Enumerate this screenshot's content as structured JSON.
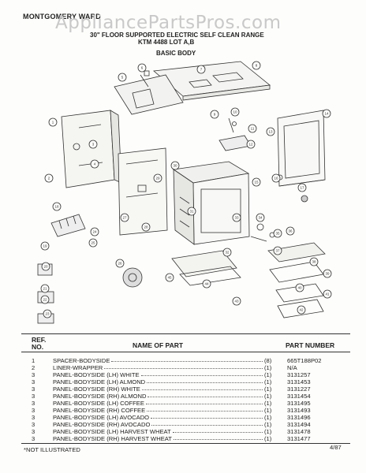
{
  "header": {
    "brand": "MONTGOMERY WARD",
    "watermark": "AppliancePartsPros.com",
    "title_line1": "30\" FLOOR SUPPORTED ELECTRIC SELF CLEAN RANGE",
    "title_line2": "KTM 4488 LOT A,B",
    "section": "BASIC BODY"
  },
  "diagram": {
    "callouts": [
      "1",
      "2",
      "3",
      "4",
      "5",
      "6",
      "7",
      "8",
      "9",
      "10",
      "11",
      "12",
      "13",
      "14",
      "15",
      "16",
      "17",
      "18",
      "19",
      "20",
      "21",
      "22",
      "23",
      "24",
      "25",
      "26",
      "27",
      "28",
      "29",
      "30",
      "31",
      "32",
      "33",
      "34",
      "35",
      "36",
      "37",
      "38",
      "39",
      "40",
      "41",
      "42",
      "43",
      "44",
      "45"
    ]
  },
  "table": {
    "headers": {
      "ref": "REF.",
      "no": "NO.",
      "name": "NAME OF PART",
      "part_number": "PART NUMBER"
    },
    "rows": [
      {
        "ref": "1",
        "name": "SPACER-BODYSIDE",
        "qty": "(8)",
        "pn": "665T188P02"
      },
      {
        "ref": "2",
        "name": "LINER-WRAPPER",
        "qty": "(1)",
        "pn": "N/A"
      },
      {
        "ref": "3",
        "name": "PANEL-BODYSIDE (LH) WHITE",
        "qty": "(1)",
        "pn": "3131257"
      },
      {
        "ref": "3",
        "name": "PANEL-BODYSIDE (LH) ALMOND",
        "qty": "(1)",
        "pn": "3131453"
      },
      {
        "ref": "3",
        "name": "PANEL-BODYSIDE (RH) WHITE",
        "qty": "(1)",
        "pn": "3131227"
      },
      {
        "ref": "3",
        "name": "PANEL-BODYSIDE (RH) ALMOND",
        "qty": "(1)",
        "pn": "3131454"
      },
      {
        "ref": "3",
        "name": "PANEL-BODYSIDE (LH) COFFEE",
        "qty": "(1)",
        "pn": "3131495"
      },
      {
        "ref": "3",
        "name": "PANEL-BODYSIDE (RH) COFFEE",
        "qty": "(1)",
        "pn": "3131493"
      },
      {
        "ref": "3",
        "name": "PANEL-BODYSIDE (LH) AVOCADO",
        "qty": "(1)",
        "pn": "3131496"
      },
      {
        "ref": "3",
        "name": "PANEL-BODYSIDE (RH) AVOCADO",
        "qty": "(1)",
        "pn": "3131494"
      },
      {
        "ref": "3",
        "name": "PANEL-BODYSIDE (LH) HARVEST WHEAT",
        "qty": "(1)",
        "pn": "3131478"
      },
      {
        "ref": "3",
        "name": "PANEL-BODYSIDE (RH) HARVEST WHEAT",
        "qty": "(1)",
        "pn": "3131477"
      }
    ]
  },
  "footer": {
    "note": "*NOT ILLUSTRATED",
    "date": "4/87"
  }
}
